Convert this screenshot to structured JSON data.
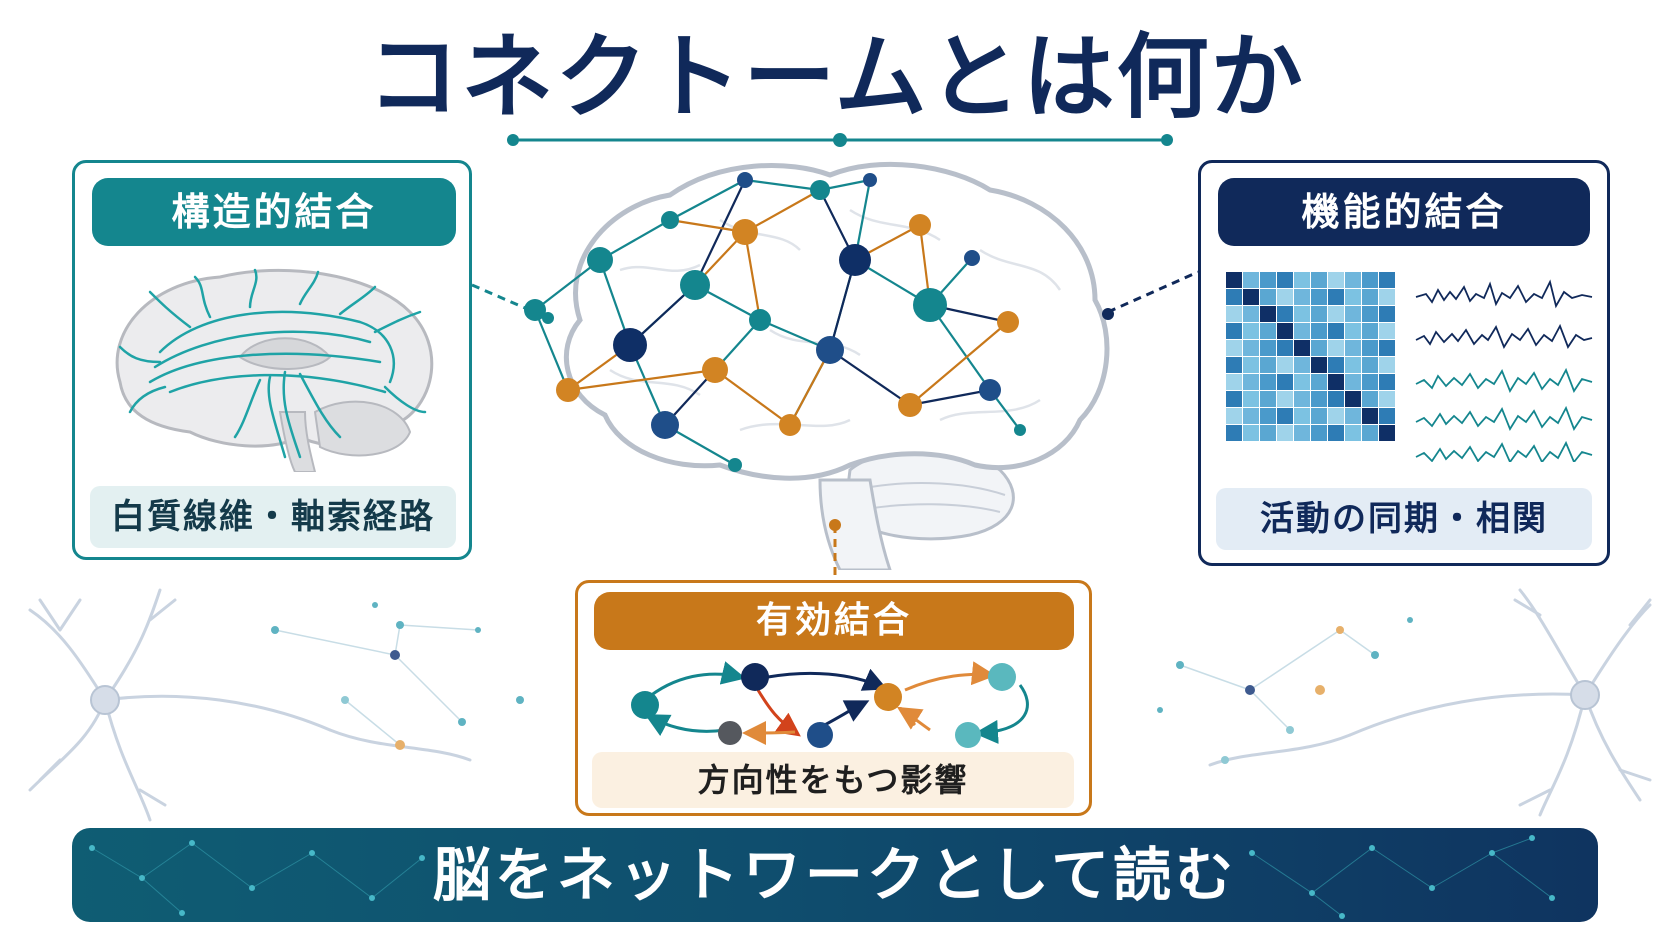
{
  "title": "コネクトームとは何か",
  "structural": {
    "label": "構造的結合",
    "caption": "白質線維・軸索経路"
  },
  "functional": {
    "label": "機能的結合",
    "caption": "活動の同期・相関"
  },
  "effective": {
    "label": "有効結合",
    "caption": "方向性をもつ影響"
  },
  "banner": "脳をネットワークとして読む",
  "colors": {
    "navy": "#10295a",
    "teal": "#14868e",
    "orange": "#c8781a",
    "banner": "#0f4e6e"
  }
}
